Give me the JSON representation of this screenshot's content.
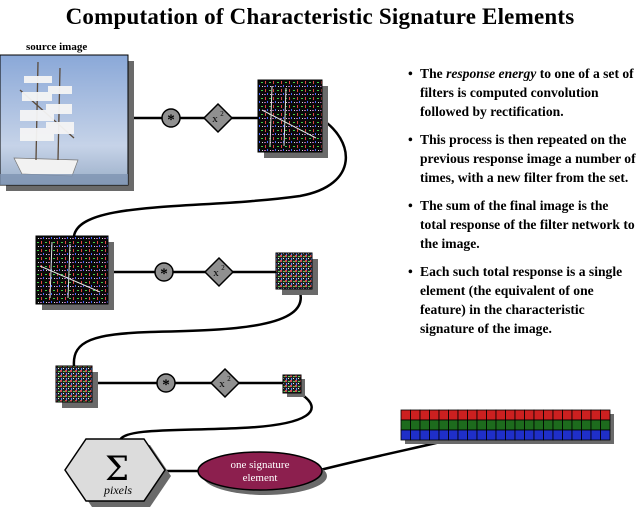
{
  "title": "Computation of Characteristic Signature Elements",
  "source_label": "source image",
  "operators": {
    "convolve_symbol": "*",
    "square_base": "x",
    "square_exp": "2"
  },
  "sum_node": {
    "symbol": "Σ",
    "label": "pixels"
  },
  "output_node": {
    "line1": "one signature",
    "line2": "element"
  },
  "bullets": [
    {
      "pre": "The ",
      "em": "response energy",
      "post": " to one of a set of filters  is computed convolution followed by rectification."
    },
    {
      "pre": "This process is then repeated on the previous response image a number of times, with a new filter from the set.",
      "em": "",
      "post": ""
    },
    {
      "pre": "The sum of the final image is the total response of the filter network to the image.",
      "em": "",
      "post": ""
    },
    {
      "pre": "Each such total response is a single element (the equivalent of one feature) in the characteristic signature of the image.",
      "em": "",
      "post": ""
    }
  ],
  "colors": {
    "oval_fill": "#8c1f4e",
    "op_fill": "#909090",
    "signature_red": "#cc2020",
    "signature_green": "#1d6b1d",
    "signature_blue": "#1f2fc8"
  }
}
